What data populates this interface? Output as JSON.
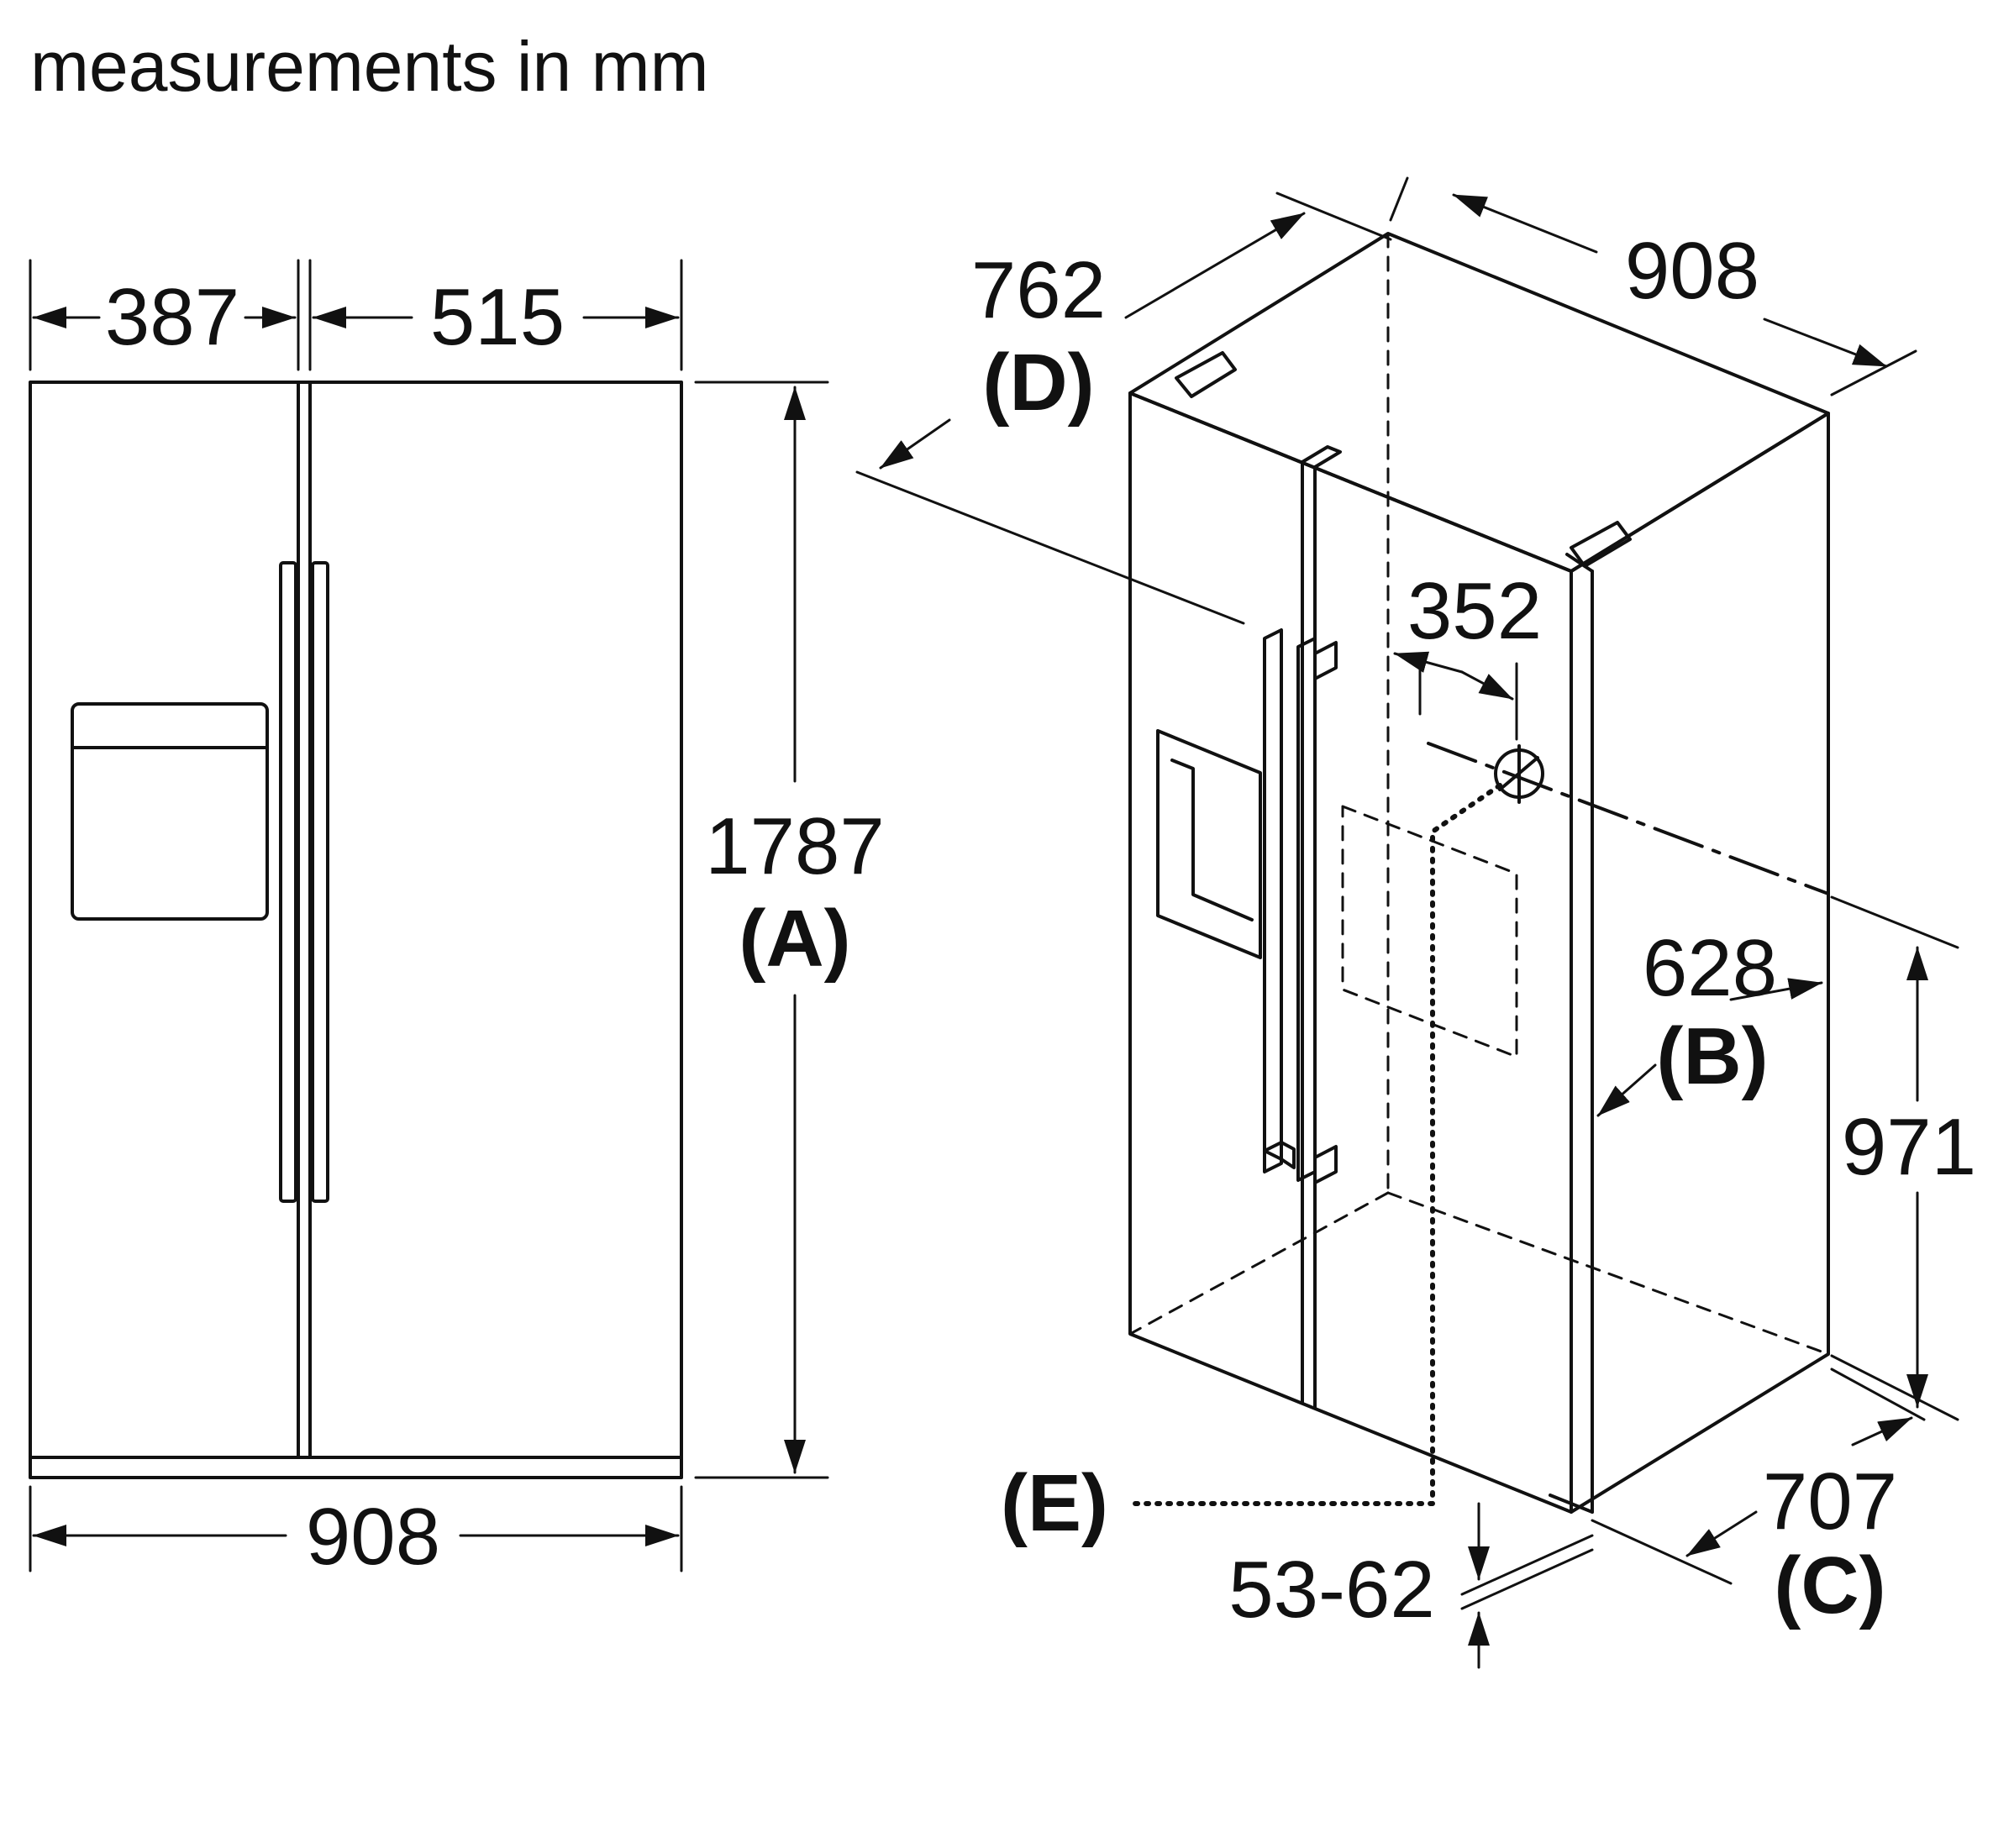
{
  "title": "measurements in mm",
  "front_view": {
    "left_door_width": "387",
    "right_door_width": "515",
    "total_width": "908",
    "height_value": "1787",
    "height_code": "(A)"
  },
  "iso_view": {
    "depth_value": "762",
    "depth_code": "(D)",
    "width_top": "908",
    "connection_offset": "352",
    "body_depth_value": "628",
    "body_depth_code": "(B)",
    "connection_height": "971",
    "depth_without_doors_value": "707",
    "depth_without_doors_code": "(C)",
    "water_label": "(E)",
    "foot_range": "53-62"
  },
  "colors": {
    "line": "#111111",
    "background": "#ffffff"
  }
}
